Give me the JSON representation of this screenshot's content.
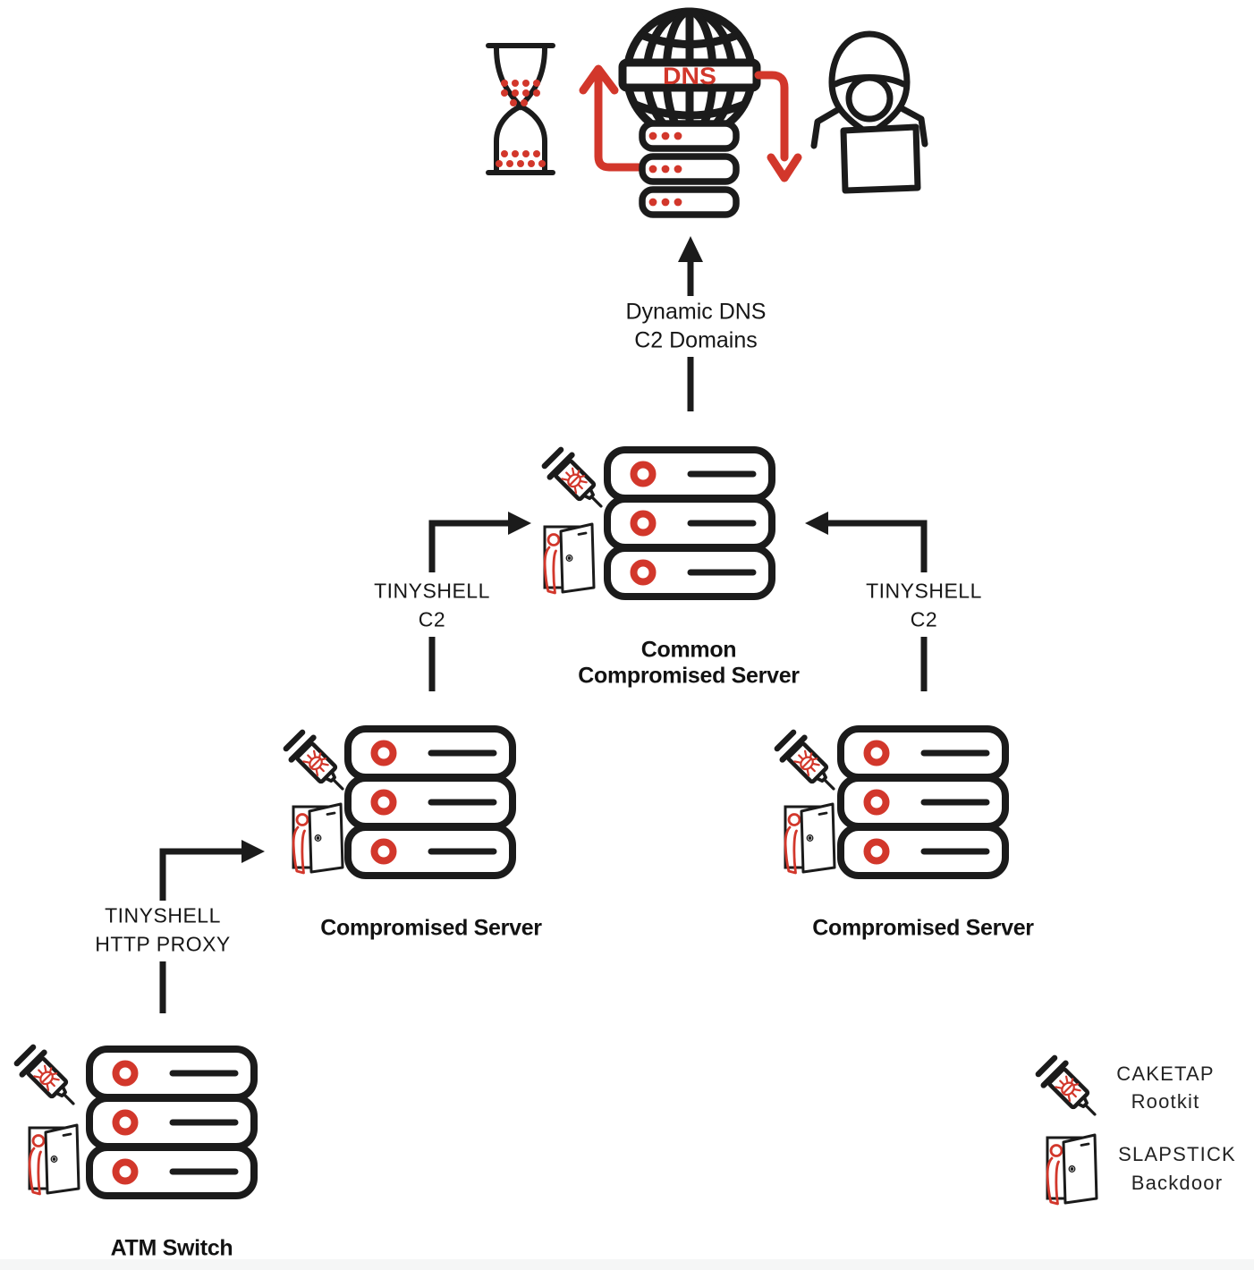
{
  "colors": {
    "accent_red": "#D2372B",
    "ink": "#1B1B1B",
    "background": "#FFFFFF",
    "footer_strip": "#F5F6F6"
  },
  "dns_globe": {
    "badge": "DNS"
  },
  "flows": {
    "dynamic_dns": {
      "line1": "Dynamic DNS",
      "line2": "C2 Domains"
    },
    "tinyshell_c2_left": {
      "line1": "TINYSHELL",
      "line2": "C2"
    },
    "tinyshell_c2_right": {
      "line1": "TINYSHELL",
      "line2": "C2"
    },
    "tinyshell_http_proxy": {
      "line1": "TINYSHELL",
      "line2": "HTTP PROXY"
    }
  },
  "nodes": {
    "common_server": {
      "line1": "Common",
      "line2": "Compromised Server"
    },
    "compromised_server_left": {
      "label": "Compromised Server"
    },
    "compromised_server_right": {
      "label": "Compromised Server"
    },
    "atm_switch": {
      "label": "ATM Switch"
    }
  },
  "legend": {
    "caketap": {
      "name": "CAKETAP",
      "type": "Rootkit"
    },
    "slapstick": {
      "name": "SLAPSTICK",
      "type": "Backdoor"
    }
  },
  "icons": {
    "hourglass": "hourglass-icon",
    "dns_globe": "dns-globe-server-icon",
    "attacker": "hooded-attacker-laptop-icon",
    "server_rack": "server-rack-icon",
    "syringe": "rootkit-syringe-icon",
    "door": "backdoor-door-icon",
    "red_up_arrow": "red-up-arrow-icon",
    "red_down_arrow": "red-down-arrow-icon"
  }
}
